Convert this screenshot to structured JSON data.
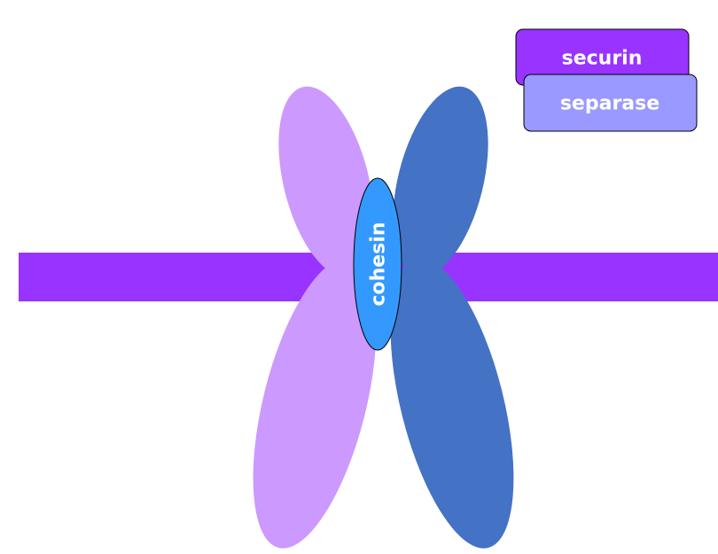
{
  "labels": {
    "securin": "securin",
    "separase": "separase",
    "cohesin": "cohesin"
  },
  "colors": {
    "spindle_bar": "#9933ff",
    "left_chromatid": "#cc99ff",
    "right_chromatid": "#4472c4",
    "cohesin": "#3399ff",
    "securin_box": "#9933ff",
    "separase_box": "#9999ff",
    "text": "#ffffff"
  }
}
